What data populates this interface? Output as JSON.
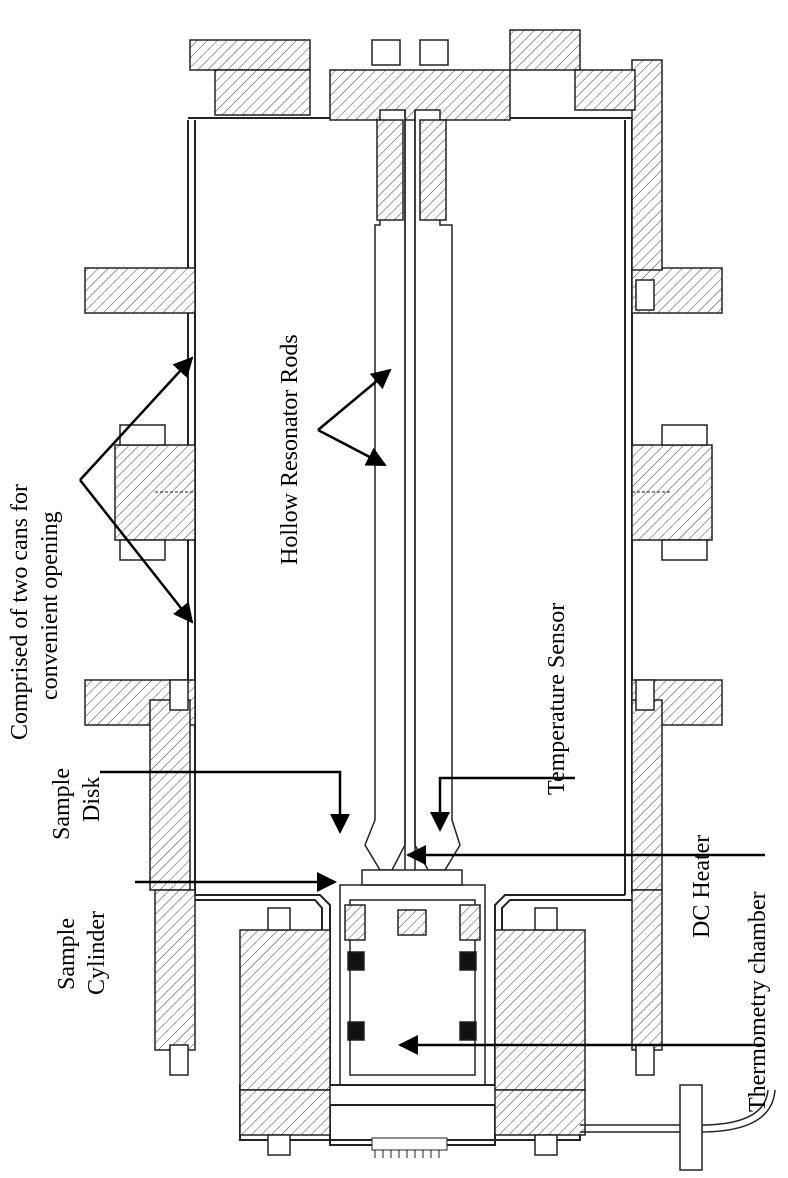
{
  "labels": {
    "cans_line1": "Comprised of two cans for",
    "cans_line2": "convenient opening",
    "hollow_rods": "Hollow Resonator Rods",
    "temperature_sensor": "Temperature Sensor",
    "sample_disk_line1": "Sample",
    "sample_disk_line2": "Disk",
    "sample_cylinder_line1": "Sample",
    "sample_cylinder_line2": "Cylinder",
    "dc_heater": "DC Heater",
    "thermometry_chamber": "Thermometry chamber"
  }
}
